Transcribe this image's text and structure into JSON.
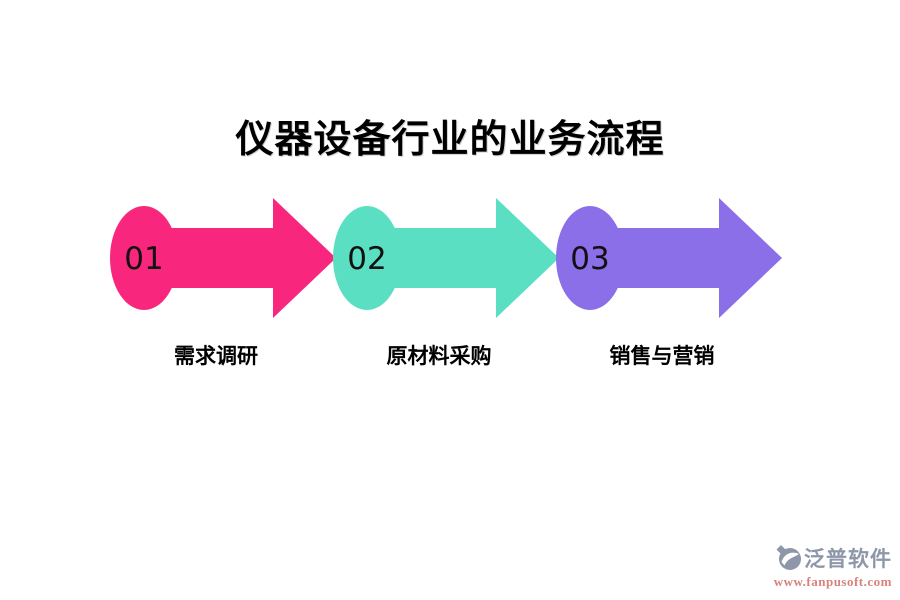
{
  "title": "仪器设备行业的业务流程",
  "steps": [
    {
      "number": "01",
      "label": "需求调研",
      "color": "#F9267E"
    },
    {
      "number": "02",
      "label": "原材料采购",
      "color": "#5BDFC2"
    },
    {
      "number": "03",
      "label": "销售与营销",
      "color": "#8A6FE8"
    }
  ],
  "watermark": {
    "brand": "泛普软件",
    "url": "www.fanpusoft.com",
    "brand_color": "#8D97A9",
    "url_color": "#D5837C"
  },
  "colors": {
    "background": "#FFFFFF",
    "title_text": "#000000",
    "number_text": "#111111"
  }
}
